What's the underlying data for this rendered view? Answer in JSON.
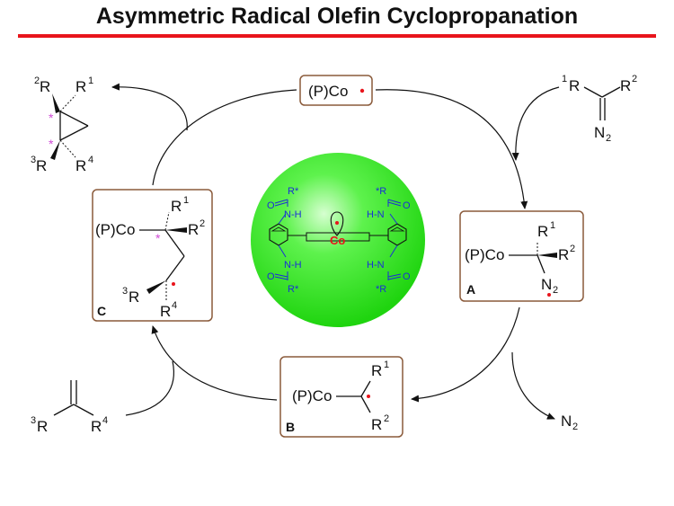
{
  "title": "Asymmetric Radical Olefin Cyclopropanation",
  "colors": {
    "rule": "#e8141b",
    "radical_dot": "#e8141b",
    "ligand": "#1a2fd6",
    "sphere": "#2ee61f",
    "star": "#d04bd6",
    "box_border": "#8a5a3a"
  },
  "catalyst": {
    "label": "(P)Co"
  },
  "diazo": {
    "r1": "R",
    "r1_sup": "1",
    "r2": "R",
    "r2_sup": "2",
    "n2": "N",
    "n2_sub": "2"
  },
  "nitrogen_out": {
    "n": "N",
    "sub": "2"
  },
  "olefin": {
    "r3": "R",
    "r3_sup": "3",
    "r4": "R",
    "r4_sup": "4"
  },
  "cyclopropane": {
    "r2": "R",
    "r2_sup": "2",
    "r1": "R",
    "r1_sup": "1",
    "r3": "R",
    "r3_sup": "3",
    "r4": "R",
    "r4_sup": "4",
    "star": "*"
  },
  "intermediate_a": {
    "letter": "A",
    "co": "(P)Co",
    "r1": "R",
    "r1_sup": "1",
    "r2": "R",
    "r2_sup": "2",
    "n2": "N",
    "n2_sub": "2"
  },
  "intermediate_b": {
    "letter": "B",
    "co": "(P)Co",
    "r1": "R",
    "r1_sup": "1",
    "r2": "R",
    "r2_sup": "2"
  },
  "intermediate_c": {
    "letter": "C",
    "co": "(P)Co",
    "r1": "R",
    "r1_sup": "1",
    "r2": "R",
    "r2_sup": "2",
    "r3": "R",
    "r3_sup": "3",
    "r4": "R",
    "r4_sup": "4",
    "star": "*"
  },
  "porphyrin": {
    "metal": "Co",
    "r_star_tl": "R*",
    "r_star_tr": "*R",
    "r_star_bl": "R*",
    "r_star_br": "*R",
    "nh_tl": "N-H",
    "nh_tr": "H-N",
    "nh_bl": "N-H",
    "nh_br": "H-N",
    "o_tl": "O",
    "o_tr": "O",
    "o_bl": "O",
    "o_br": "O"
  }
}
